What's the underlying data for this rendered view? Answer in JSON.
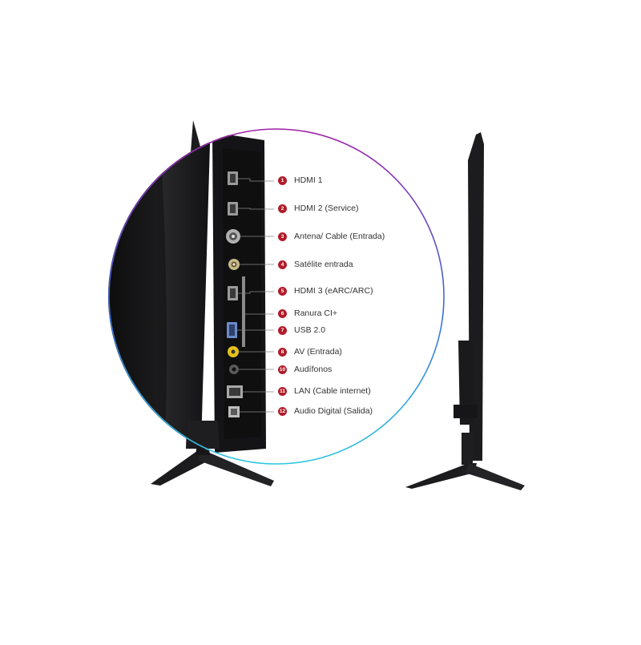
{
  "ports": [
    {
      "number": "1",
      "label": "HDMI 1",
      "icon": "hdmi-port-icon"
    },
    {
      "number": "2",
      "label": "HDMI 2 (Service)",
      "icon": "hdmi-port-icon"
    },
    {
      "number": "3",
      "label": "Antena/ Cable (Entrada)",
      "icon": "coax-port-icon"
    },
    {
      "number": "4",
      "label": "Satélite entrada",
      "icon": "coax-port-icon"
    },
    {
      "number": "5",
      "label": "HDMI 3 (eARC/ARC)",
      "icon": "hdmi-port-icon"
    },
    {
      "number": "6",
      "label": "Ranura CI+",
      "icon": "ci-slot-icon"
    },
    {
      "number": "7",
      "label": "USB 2.0",
      "icon": "usb-port-icon"
    },
    {
      "number": "8",
      "label": "AV (Entrada)",
      "icon": "av-port-icon"
    },
    {
      "number": "10",
      "label": "Audífonos",
      "icon": "headphone-jack-icon"
    },
    {
      "number": "11",
      "label": "LAN (Cable internet)",
      "icon": "lan-port-icon"
    },
    {
      "number": "12",
      "label": "Audio Digital (Salida)",
      "icon": "optical-port-icon"
    }
  ],
  "colors": {
    "badge": "#b11c2a",
    "tv_body": "#1c1c1e",
    "circle_gradient": [
      "#a020a8",
      "#3b6fd8",
      "#2ec7e0"
    ],
    "av_port": "#e6c21a"
  }
}
